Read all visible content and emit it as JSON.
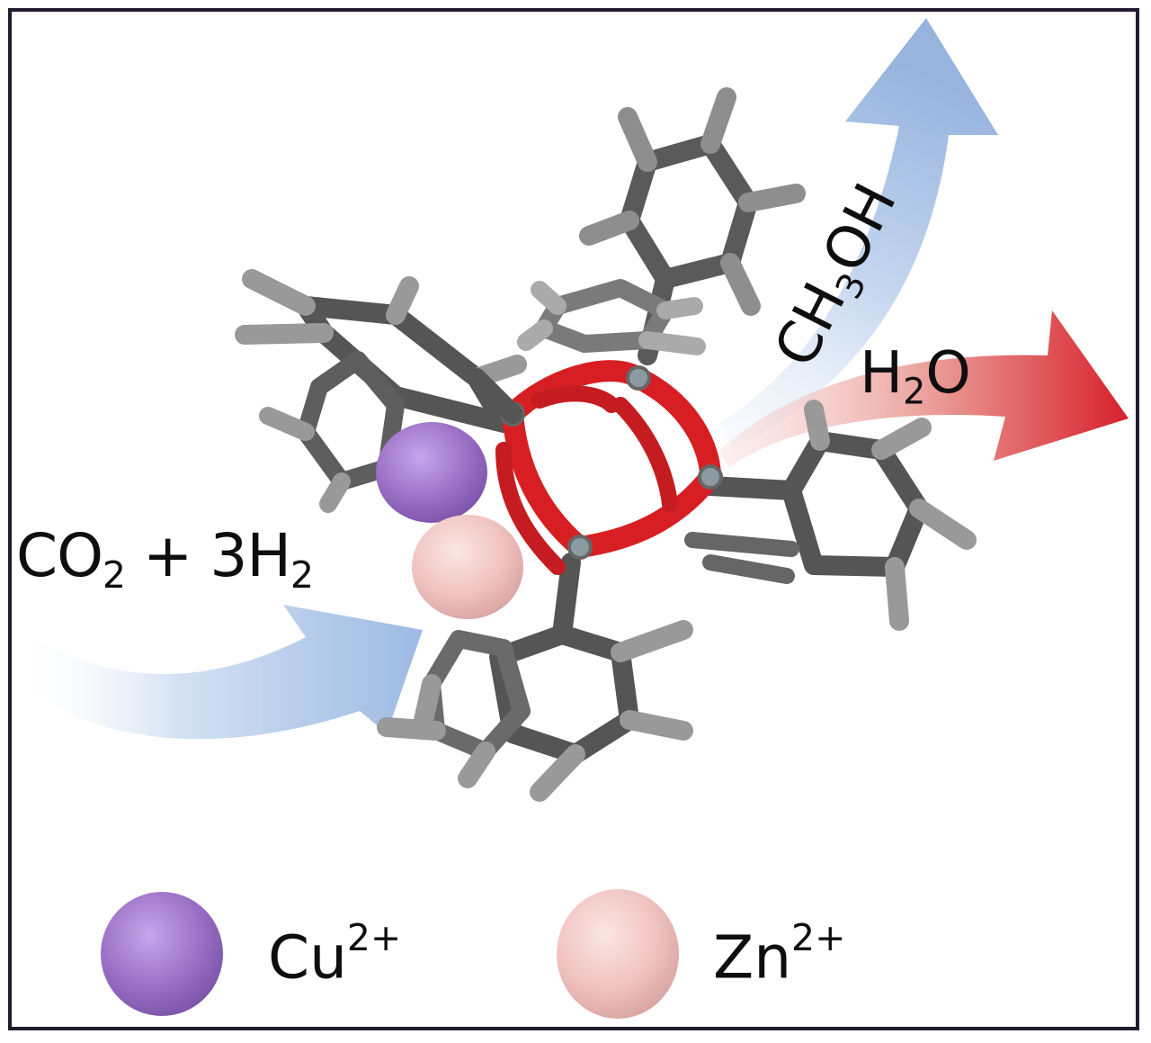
{
  "figure": {
    "type": "reaction-scheme",
    "description": "CO2 hydrogenation to methanol over a Cu/Zn molecular cluster"
  },
  "reaction": {
    "reactants": {
      "co2": "CO",
      "co2_sub": "2",
      "plus": " + 3H",
      "h2_sub": "2"
    },
    "products": [
      {
        "id": "methanol",
        "main_a": "CH",
        "sub": "3",
        "main_b": "OH",
        "arrow_color": "#9fb9df"
      },
      {
        "id": "water",
        "main_a": "H",
        "sub": "2",
        "main_b": "O",
        "arrow_color": "#d8262e"
      }
    ],
    "input_arrow_color": "#a9c3e6"
  },
  "legend": [
    {
      "id": "cu",
      "symbol": "Cu",
      "charge": "2+",
      "color": "#9b72c6"
    },
    {
      "id": "zn",
      "symbol": "Zn",
      "charge": "2+",
      "color": "#f0c4c2"
    }
  ],
  "colors": {
    "carbon": "#555555",
    "hydrogen": "#d9d9d9",
    "oxygen": "#d71f23",
    "frame": "#221c2e"
  }
}
